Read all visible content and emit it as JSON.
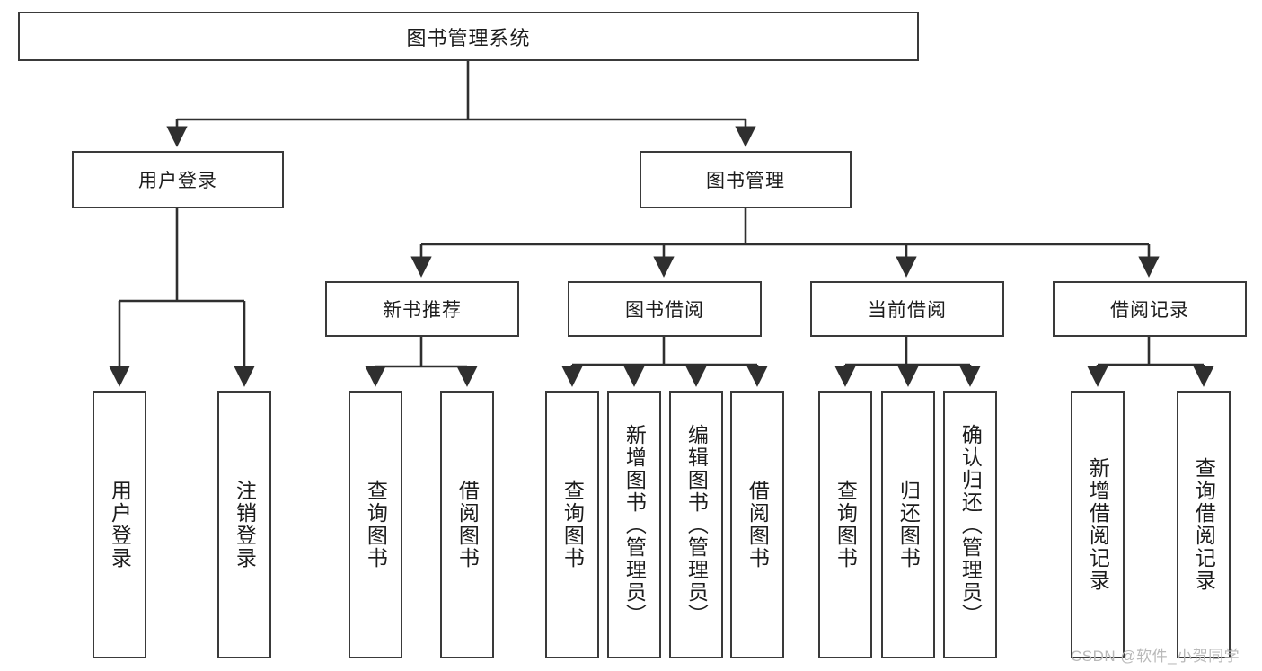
{
  "diagram": {
    "title": "图书管理系统",
    "root": {
      "label": "图书管理系统"
    },
    "level2": [
      {
        "label": "用户登录"
      },
      {
        "label": "图书管理"
      }
    ],
    "level3": [
      {
        "label": "新书推荐"
      },
      {
        "label": "图书借阅"
      },
      {
        "label": "当前借阅"
      },
      {
        "label": "借阅记录"
      }
    ],
    "leaves": {
      "user_login": [
        {
          "label": "用户登录"
        },
        {
          "label": "注销登录"
        }
      ],
      "new_book_recommend": [
        {
          "label": "查询图书"
        },
        {
          "label": "借阅图书"
        }
      ],
      "book_borrow": [
        {
          "label": "查询图书"
        },
        {
          "label": "新增图书（管理员）"
        },
        {
          "label": "编辑图书（管理员）"
        },
        {
          "label": "借阅图书"
        }
      ],
      "current_borrow": [
        {
          "label": "查询图书"
        },
        {
          "label": "归还图书"
        },
        {
          "label": "确认归还（管理员）"
        }
      ],
      "borrow_record": [
        {
          "label": "新增借阅记录"
        },
        {
          "label": "查询借阅记录"
        }
      ]
    }
  },
  "watermark": {
    "text": "CSDN @软件_小贺同学"
  },
  "colors": {
    "border": "#3a3a3a",
    "text": "#1c1c1c",
    "background": "#ffffff",
    "watermark": "#b9b9b9"
  }
}
